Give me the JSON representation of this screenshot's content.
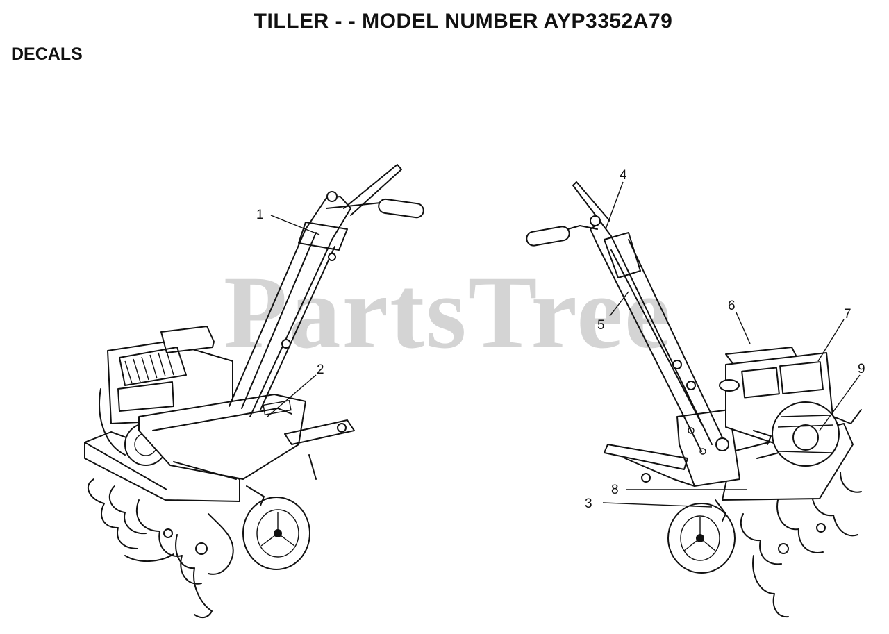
{
  "header": {
    "title": "TILLER - - MODEL NUMBER AYP3352A79",
    "section": "DECALS"
  },
  "watermark": "PartsTree",
  "callouts": [
    {
      "id": "1",
      "label": "1"
    },
    {
      "id": "2",
      "label": "2"
    },
    {
      "id": "3",
      "label": "3"
    },
    {
      "id": "4",
      "label": "4"
    },
    {
      "id": "5",
      "label": "5"
    },
    {
      "id": "6",
      "label": "6"
    },
    {
      "id": "7",
      "label": "7"
    },
    {
      "id": "8",
      "label": "8"
    },
    {
      "id": "9",
      "label": "9"
    }
  ]
}
